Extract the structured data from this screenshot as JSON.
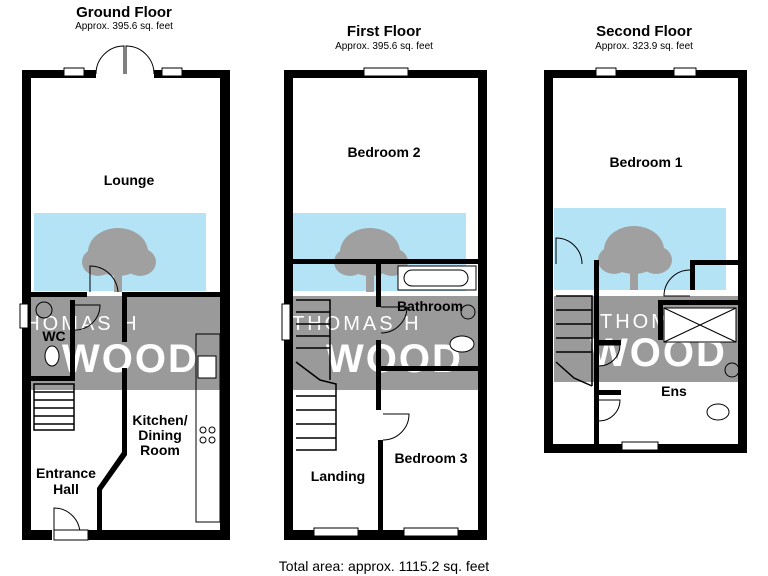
{
  "floors": [
    {
      "title": "Ground Floor",
      "area": "Approx. 395.6 sq. feet",
      "rooms": [
        "Lounge",
        "WC",
        "Kitchen/",
        "Dining",
        "Room",
        "Entrance",
        "Hall"
      ]
    },
    {
      "title": "First Floor",
      "area": "Approx. 395.6 sq. feet",
      "rooms": [
        "Bedroom 2",
        "Bathroom",
        "Landing",
        "Bedroom 3"
      ]
    },
    {
      "title": "Second Floor",
      "area": "Approx. 323.9 sq. feet",
      "rooms": [
        "Bedroom 1",
        "Ens"
      ]
    }
  ],
  "total": "Total area: approx. 1115.2 sq. feet",
  "watermark": {
    "line1": "THOMAS H",
    "line2": "WOOD"
  },
  "colors": {
    "wall": "#000000",
    "watermark_sky": "#b3e3f5",
    "watermark_band": "#9a9a9a",
    "tree": "#a0a0a0"
  }
}
